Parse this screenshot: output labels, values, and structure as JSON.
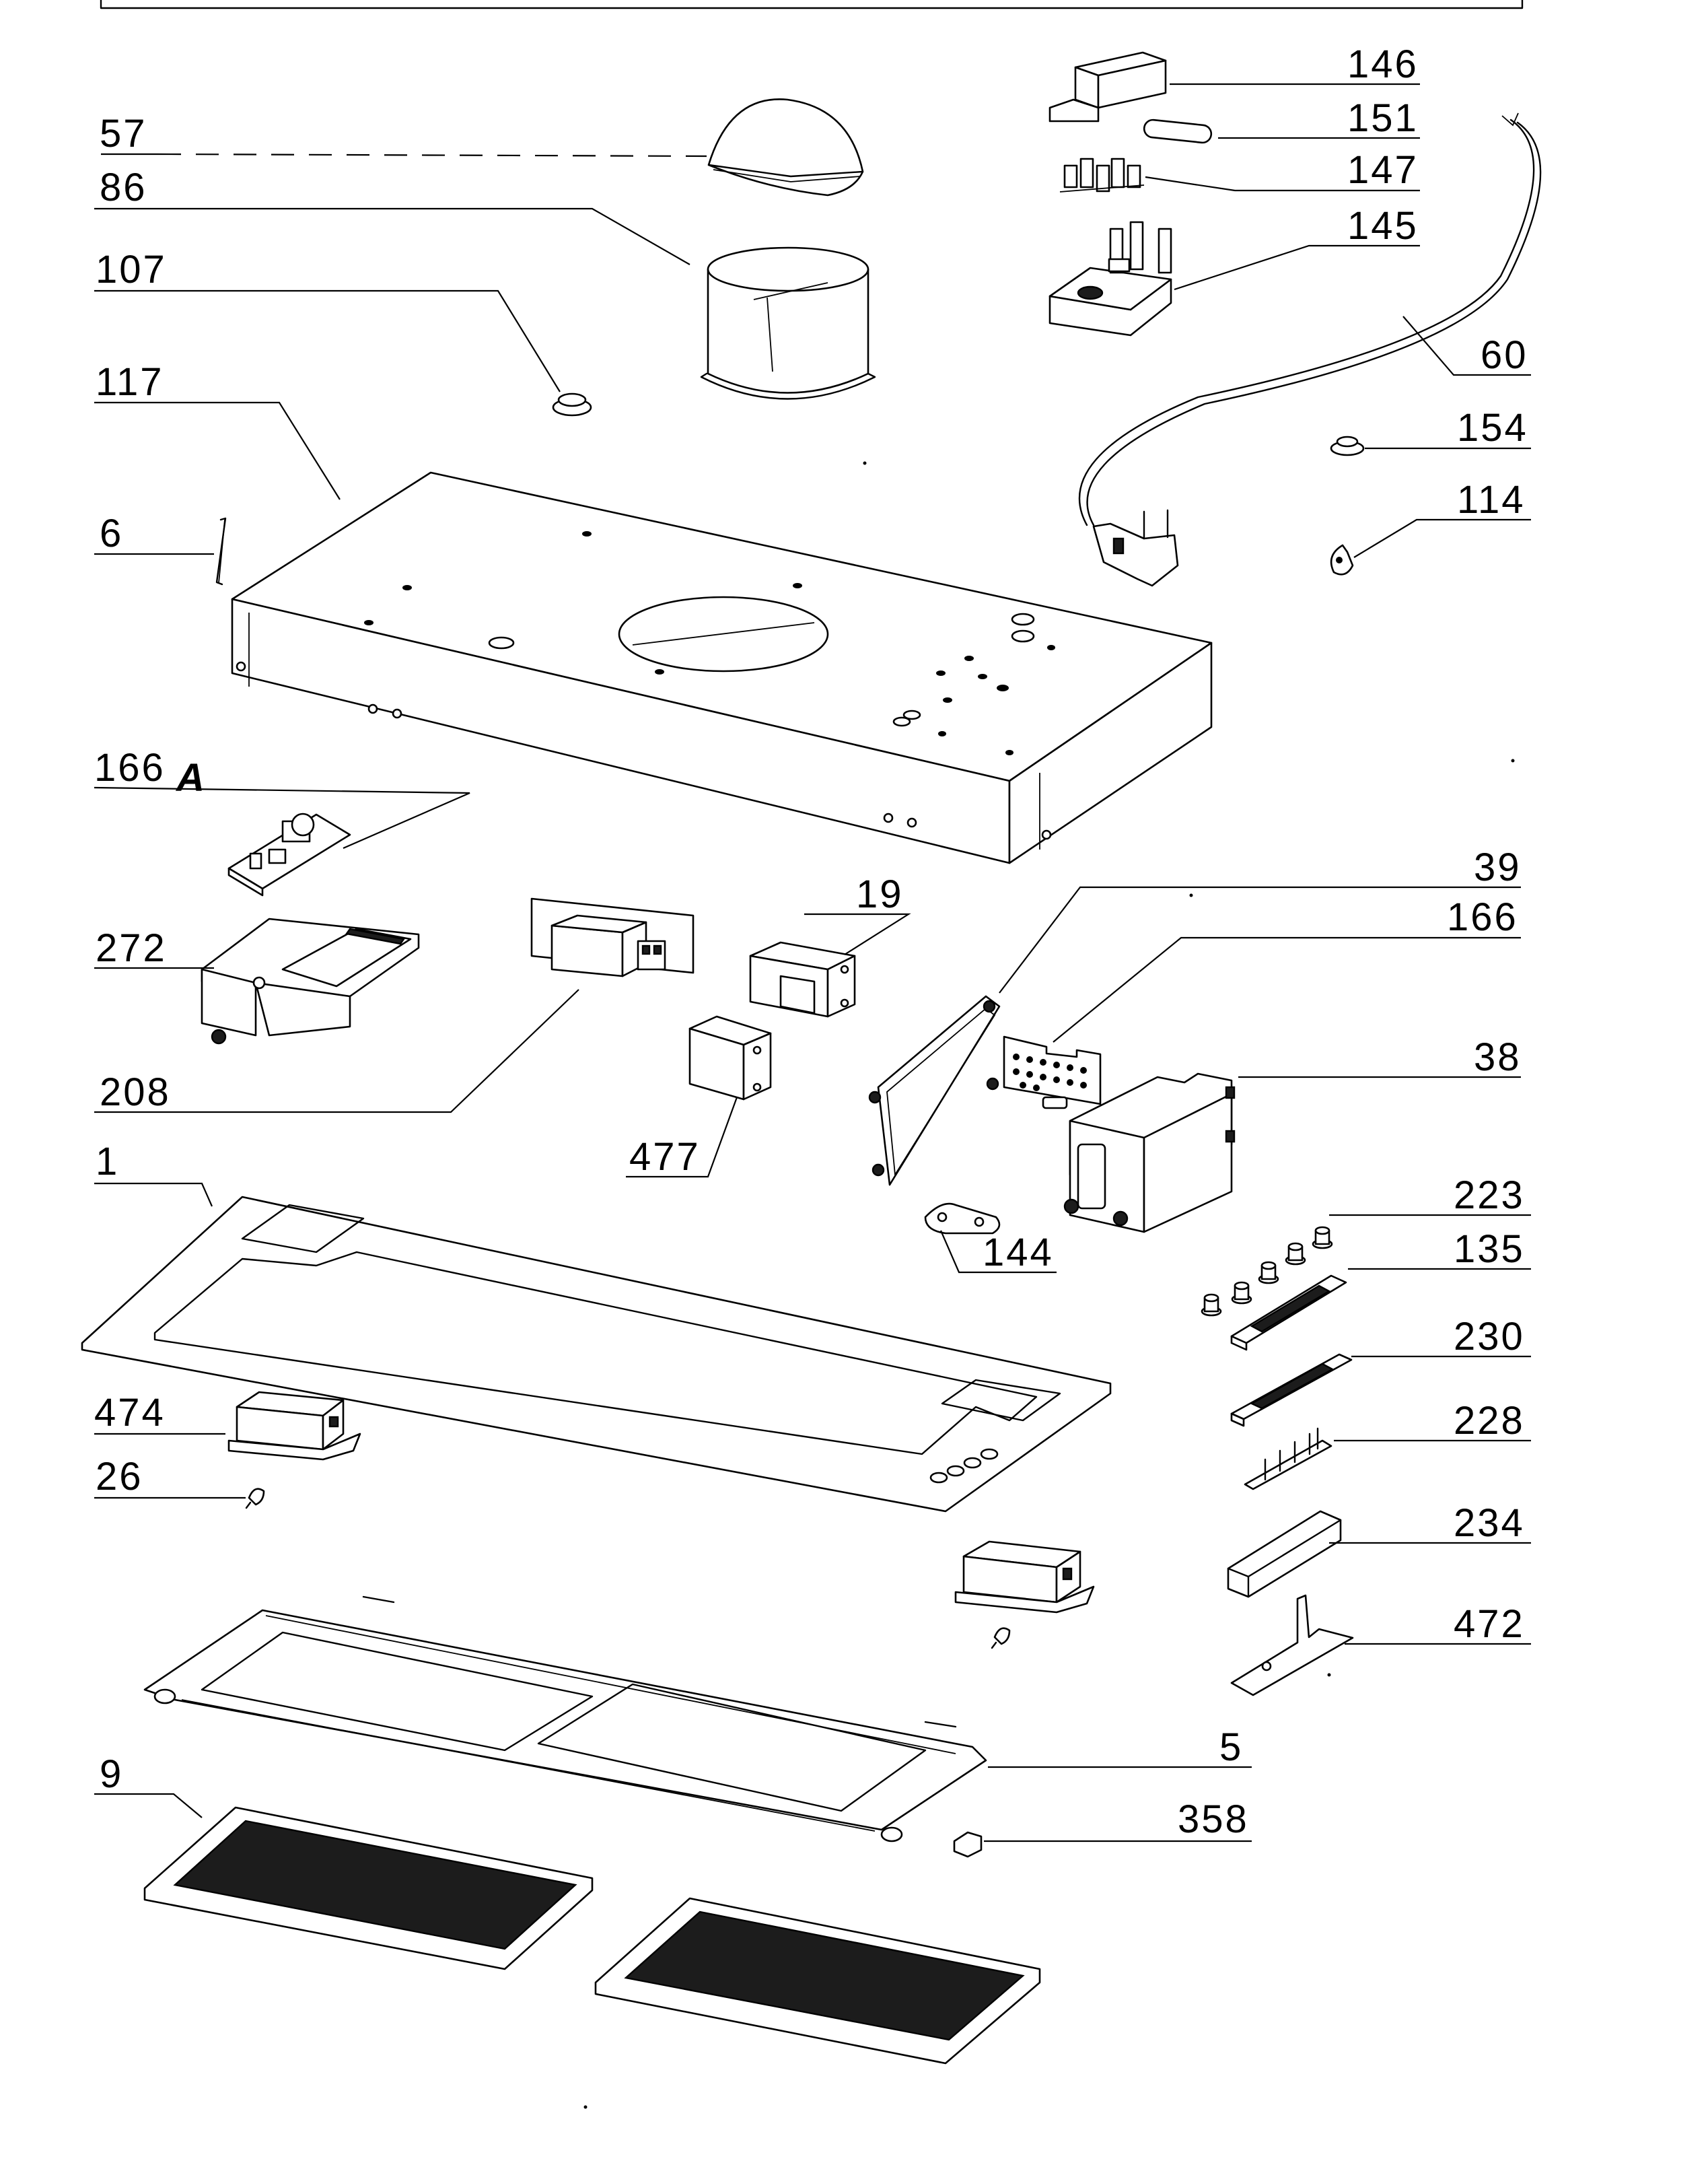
{
  "labels": {
    "p1": "1",
    "p5": "5",
    "p6": "6",
    "p9": "9",
    "p19": "19",
    "p26": "26",
    "p38": "38",
    "p39": "39",
    "p57": "57",
    "p60": "60",
    "p86": "86",
    "p107": "107",
    "p114": "114",
    "p117": "117",
    "p135": "135",
    "p144": "144",
    "p145": "145",
    "p146": "146",
    "p147": "147",
    "p151": "151",
    "p154": "154",
    "p166": "166",
    "p166a": "166",
    "p166a_suffix": "A",
    "p208": "208",
    "p223": "223",
    "p228": "228",
    "p230": "230",
    "p234": "234",
    "p272": "272",
    "p358": "358",
    "p472": "472",
    "p474": "474",
    "p477": "477"
  }
}
